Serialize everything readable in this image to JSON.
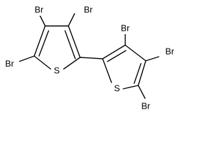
{
  "structure": {
    "atoms": {
      "br_top_left": "Br",
      "br_top_center": "Br",
      "br_left": "Br",
      "s_left": "S",
      "br_right_top": "Br",
      "br_right_mid": "Br",
      "s_right": "S",
      "br_right_bottom": "Br"
    }
  }
}
